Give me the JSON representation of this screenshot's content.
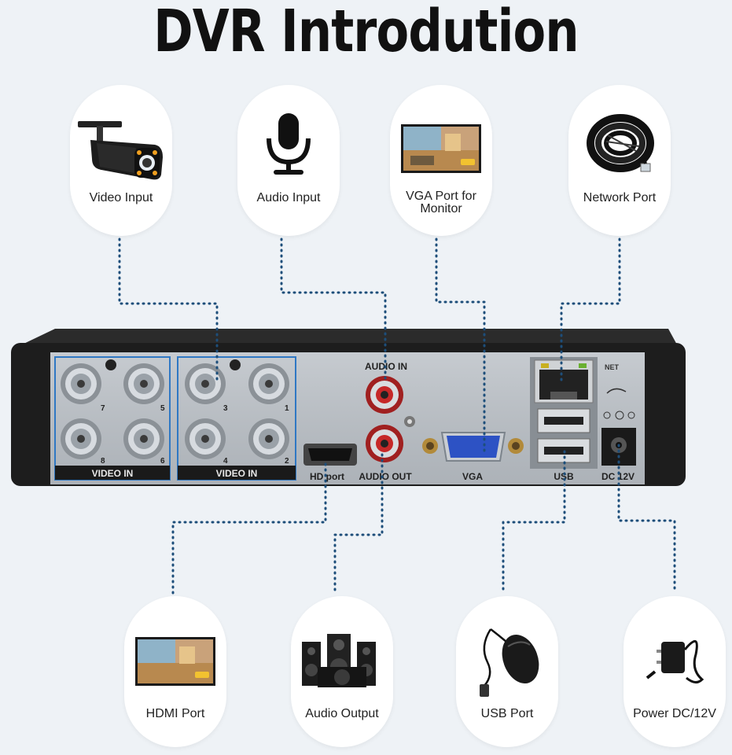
{
  "title": "DVR Introdution",
  "top_cards": [
    {
      "label": "Video Input",
      "icon": "camera-icon"
    },
    {
      "label": "Audio Input",
      "icon": "microphone-icon"
    },
    {
      "label": "VGA Port for\nMonitor",
      "icon": "monitor-icon"
    },
    {
      "label": "Network Port",
      "icon": "network-cable-icon"
    }
  ],
  "bottom_cards": [
    {
      "label": "HDMI Port",
      "icon": "monitor-icon"
    },
    {
      "label": "Audio Output",
      "icon": "speakers-icon"
    },
    {
      "label": "USB Port",
      "icon": "mouse-icon"
    },
    {
      "label": "Power DC/12V",
      "icon": "power-adapter-icon"
    }
  ],
  "dvr_labels": {
    "video_in_left": "VIDEO IN",
    "video_in_right": "VIDEO IN",
    "audio_in": "AUDIO IN",
    "hd_port": "HD port",
    "audio_out": "AUDIO OUT",
    "vga": "VGA",
    "usb": "USB",
    "dc": "DC 12V",
    "net": "NET",
    "channels": [
      "7",
      "5",
      "3",
      "1",
      "8",
      "6",
      "4",
      "2"
    ]
  },
  "colors": {
    "dotted_line": "#1d4e7a",
    "video_group_border": "#2f78c4",
    "vga_port": "#2d52c4",
    "rca_red": "#c62828"
  }
}
